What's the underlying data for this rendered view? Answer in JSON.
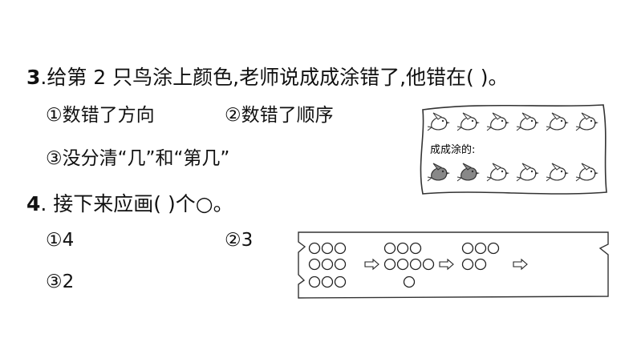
{
  "q3": {
    "number": "3",
    "text": ".给第 2 只鸟涂上颜色,老师说成成涂错了,他错在(      )。",
    "options": [
      "①数错了方向",
      "②数错了顺序",
      "③没分清“几”和“第几”"
    ],
    "figure": {
      "label": "成成涂的:",
      "top_row_birds": 6,
      "bottom_row_birds": 6,
      "bottom_row_colored": [
        1,
        2
      ],
      "bird_color": "#ffffff",
      "colored_bird_color": "#888888"
    }
  },
  "q4": {
    "number": "4",
    "text": ". 接下来应画(        )个○。",
    "options": [
      "①4",
      "②3",
      "③2"
    ],
    "figure": {
      "rows": [
        {
          "groups": [
            3,
            3,
            3
          ]
        },
        {
          "groups": [
            3,
            4,
            2
          ]
        },
        {
          "groups": [
            3,
            1
          ]
        }
      ],
      "arrow_color": "#ffffff"
    }
  }
}
